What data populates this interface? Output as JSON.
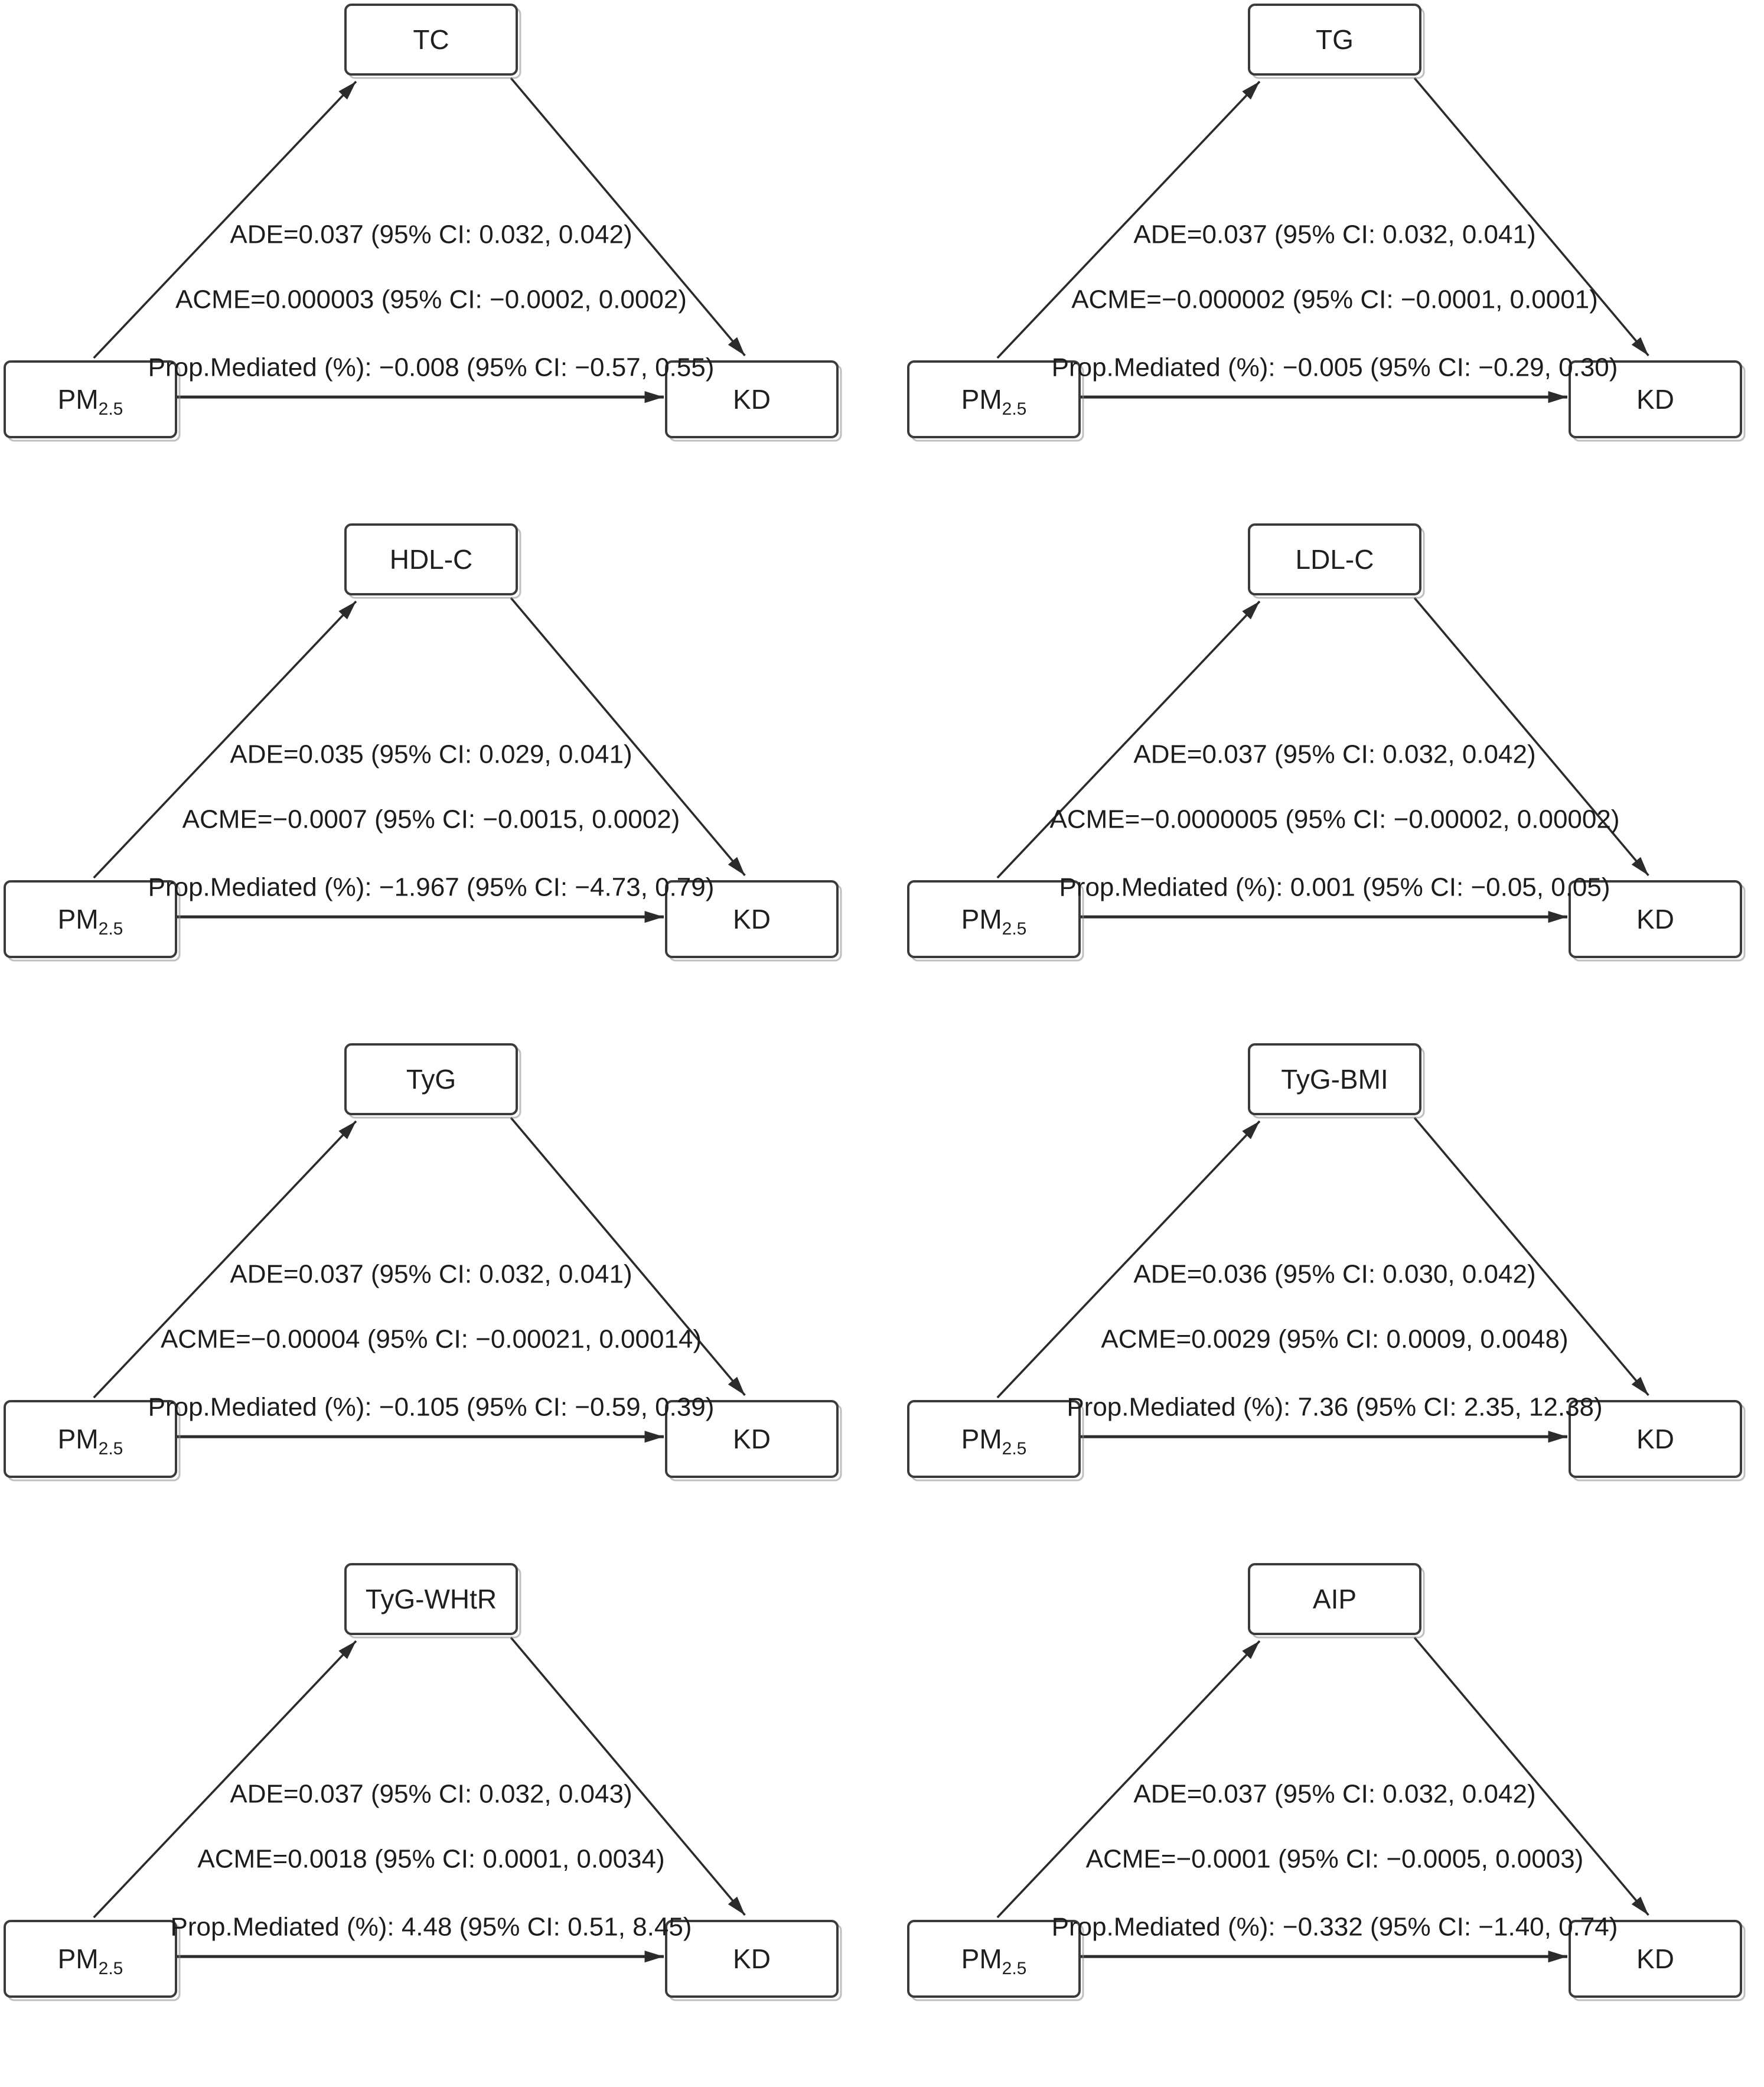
{
  "figure": {
    "type": "mediation-diagram-grid",
    "rows": 4,
    "columns": 2,
    "exposure_label": "PM",
    "exposure_subscript": "2.5",
    "outcome_label": "KD",
    "line_prefixes": {
      "ade": "ADE",
      "acme": "ACME",
      "prop": "Prop.Mediated (%)"
    }
  },
  "panels": [
    {
      "id": "panel-tc",
      "mediator": "TC",
      "exposure": "PM",
      "exposure_sub": "2.5",
      "outcome": "KD",
      "ade": "ADE=0.037 (95% CI: 0.032, 0.042)",
      "acme": "ACME=0.000003 (95% CI: −0.0002, 0.0002)",
      "prop": "Prop.Mediated (%): −0.008 (95% CI: −0.57, 0.55)"
    },
    {
      "id": "panel-tg",
      "mediator": "TG",
      "exposure": "PM",
      "exposure_sub": "2.5",
      "outcome": "KD",
      "ade": "ADE=0.037 (95% CI: 0.032, 0.041)",
      "acme": "ACME=−0.000002 (95% CI: −0.0001, 0.0001)",
      "prop": "Prop.Mediated (%): −0.005 (95% CI: −0.29, 0.30)"
    },
    {
      "id": "panel-hdlc",
      "mediator": "HDL-C",
      "exposure": "PM",
      "exposure_sub": "2.5",
      "outcome": "KD",
      "ade": "ADE=0.035 (95% CI: 0.029, 0.041)",
      "acme": "ACME=−0.0007 (95% CI: −0.0015, 0.0002)",
      "prop": "Prop.Mediated (%): −1.967 (95% CI: −4.73, 0.79)"
    },
    {
      "id": "panel-ldlc",
      "mediator": "LDL-C",
      "exposure": "PM",
      "exposure_sub": "2.5",
      "outcome": "KD",
      "ade": "ADE=0.037 (95% CI: 0.032, 0.042)",
      "acme": "ACME=−0.0000005 (95% CI: −0.00002, 0.00002)",
      "prop": "Prop.Mediated (%): 0.001 (95% CI: −0.05, 0.05)"
    },
    {
      "id": "panel-tyg",
      "mediator": "TyG",
      "exposure": "PM",
      "exposure_sub": "2.5",
      "outcome": "KD",
      "ade": "ADE=0.037 (95% CI: 0.032, 0.041)",
      "acme": "ACME=−0.00004 (95% CI: −0.00021, 0.00014)",
      "prop": "Prop.Mediated (%): −0.105 (95% CI: −0.59, 0.39)"
    },
    {
      "id": "panel-tyg-bmi",
      "mediator": "TyG-BMI",
      "exposure": "PM",
      "exposure_sub": "2.5",
      "outcome": "KD",
      "ade": "ADE=0.036 (95% CI: 0.030, 0.042)",
      "acme": "ACME=0.0029 (95% CI: 0.0009, 0.0048)",
      "prop": "Prop.Mediated (%): 7.36 (95% CI: 2.35, 12.38)"
    },
    {
      "id": "panel-tyg-whtr",
      "mediator": "TyG-WHtR",
      "exposure": "PM",
      "exposure_sub": "2.5",
      "outcome": "KD",
      "ade": "ADE=0.037 (95% CI: 0.032, 0.043)",
      "acme": "ACME=0.0018 (95% CI: 0.0001, 0.0034)",
      "prop": "Prop.Mediated (%): 4.48 (95% CI: 0.51, 8.45)"
    },
    {
      "id": "panel-aip",
      "mediator": "AIP",
      "exposure": "PM",
      "exposure_sub": "2.5",
      "outcome": "KD",
      "ade": "ADE=0.037 (95% CI: 0.032, 0.042)",
      "acme": "ACME=−0.0001 (95% CI: −0.0005, 0.0003)",
      "prop": "Prop.Mediated (%): −0.332 (95% CI: −1.40, 0.74)"
    }
  ],
  "colors": {
    "box_stroke": "#3b3b3b",
    "box_fill": "#ffffff",
    "edge_stroke": "#2b2b2b",
    "text": "#1c1c1c",
    "background": "#ffffff"
  }
}
